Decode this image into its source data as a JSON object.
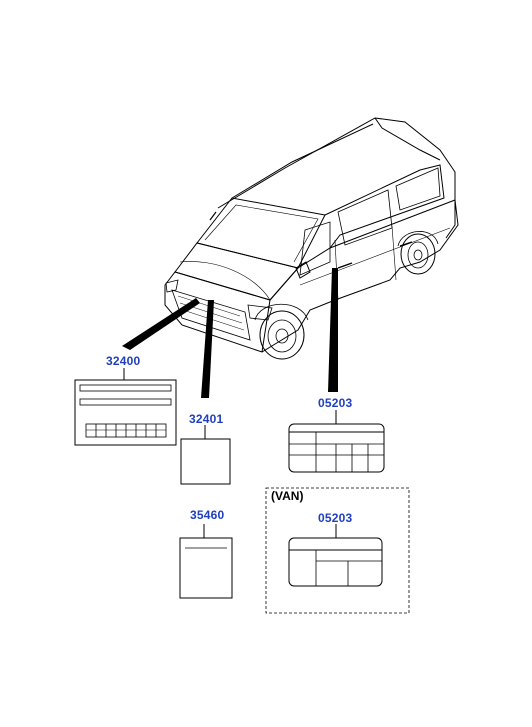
{
  "parts": {
    "label_32400": "32400",
    "label_32401": "32401",
    "label_05203_main": "05203",
    "label_35460": "35460",
    "label_05203_van": "05203"
  },
  "van_note": "(VAN)",
  "colors": {
    "part_number": "#1f3fbf",
    "line": "#000000",
    "leader": "#000000"
  }
}
